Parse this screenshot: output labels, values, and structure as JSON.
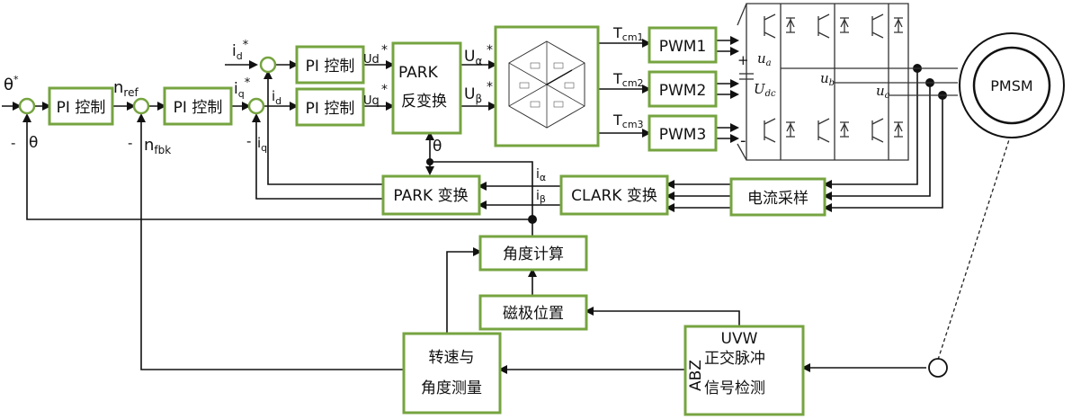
{
  "inputs": {
    "theta_ref": "θ",
    "theta_ref_sup": "*",
    "id_ref": "i",
    "id_ref_sub": "d",
    "id_ref_sup": "*",
    "iq_ref": "i",
    "iq_ref_sub": "q",
    "iq_ref_sup": "*"
  },
  "blocks": {
    "pi1": "PI 控制",
    "pi2": "PI 控制",
    "pi3": "PI 控制",
    "pi4": "PI 控制",
    "park_inv_1": "PARK",
    "park_inv_2": "反变换",
    "pwm1": "PWM1",
    "pwm2": "PWM2",
    "pwm3": "PWM3",
    "park": "PARK 变换",
    "clark": "CLARK 变换",
    "current_sampling": "电流采样",
    "angle_calc": "角度计算",
    "magnetic_pos": "磁极位置",
    "speed_1": "转速与",
    "speed_2": "角度测量",
    "uvw": "UVW",
    "abz": "ABZ",
    "detect_1": "正交脉冲",
    "detect_2": "信号检测",
    "motor": "PMSM"
  },
  "signals": {
    "nref": "n",
    "nref_sub": "ref",
    "nfbk": "n",
    "nfbk_sub": "fbk",
    "minus": "-",
    "theta": "θ",
    "id": "i",
    "id_sub": "d",
    "iq": "i",
    "iq_sub": "q",
    "ud": "Ud",
    "uq": "Uq",
    "star": "*",
    "ualpha": "U",
    "ualpha_sub": "α",
    "ubeta": "U",
    "ubeta_sub": "β",
    "tcm1": "T",
    "tcm1_sub": "cm1",
    "tcm2": "T",
    "tcm2_sub": "cm2",
    "tcm3": "T",
    "tcm3_sub": "cm3",
    "ialpha": "i",
    "ialpha_sub": "α",
    "ibeta": "i",
    "ibeta_sub": "β",
    "ua": "u",
    "ua_sub": "a",
    "ub": "u",
    "ub_sub": "b",
    "uc": "u",
    "uc_sub": "c",
    "udc": "U",
    "udc_sub": "dc",
    "sector_plus": "+",
    "sector_minus": "-"
  }
}
